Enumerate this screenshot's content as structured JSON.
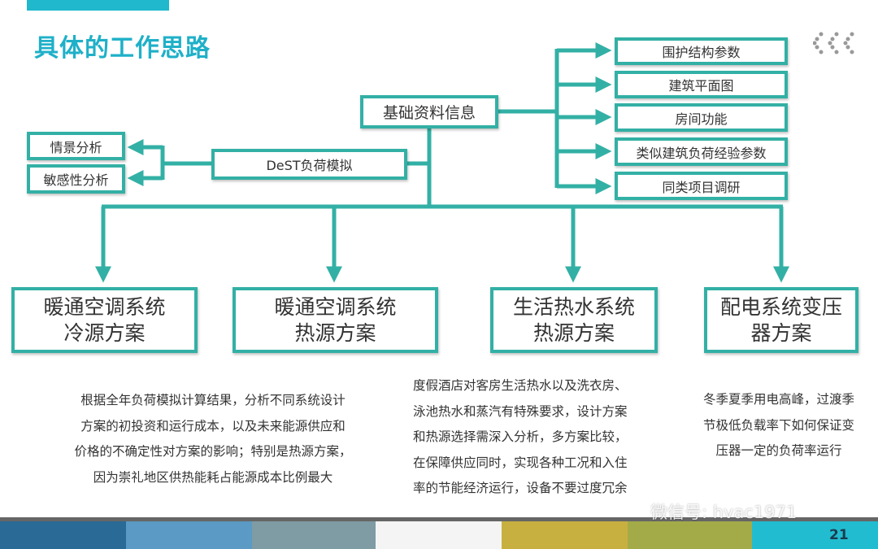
{
  "title": "具体的工作思路",
  "nav_icon": "triple-chevron-left-icon",
  "diagram": {
    "root": "基础资料信息",
    "inputs": [
      "围护结构参数",
      "建筑平面图",
      "房间功能",
      "类似建筑负荷经验参数",
      "同类项目调研"
    ],
    "simulation": "DeST负荷模拟",
    "analyses": [
      "情景分析",
      "敏感性分析"
    ],
    "schemes": [
      {
        "line1": "暖通空调系统",
        "line2": "冷源方案"
      },
      {
        "line1": "暖通空调系统",
        "line2": "热源方案"
      },
      {
        "line1": "生活热水系统",
        "line2": "热源方案"
      },
      {
        "line1": "配电系统变压",
        "line2": "器方案"
      }
    ]
  },
  "descriptions": {
    "hvac": [
      "根据全年负荷模拟计算结果，分析不同系统设计",
      "方案的初投资和运行成本，以及未来能源供应和",
      "价格的不确定性对方案的影响；特别是热源方案，",
      "因为崇礼地区供热能耗占能源成本比例最大"
    ],
    "hot_water": [
      "度假酒店对客房生活热水以及洗衣房、",
      "泳池热水和蒸汽有特殊要求，设计方案",
      "和热源选择需深入分析，多方案比较，",
      "在保障供应同时，实现各种工况和入住",
      "率的节能经济运行，设备不要过度冗余"
    ],
    "power": [
      "冬季夏季用电高峰，过渡季",
      "节极低负载率下如何保证变",
      "压器一定的负荷率运行"
    ]
  },
  "footer": {
    "page_number": "21",
    "watermark": "微信号: hvac1971"
  },
  "colors": {
    "accent": "#1fb8cc",
    "line": "#33b0a5",
    "stripes": [
      "#2a6a96",
      "#5a9ac4",
      "#7f9ba4",
      "#f4f4f4",
      "#c8b040",
      "#a3ab48",
      "#22bcd0"
    ]
  }
}
